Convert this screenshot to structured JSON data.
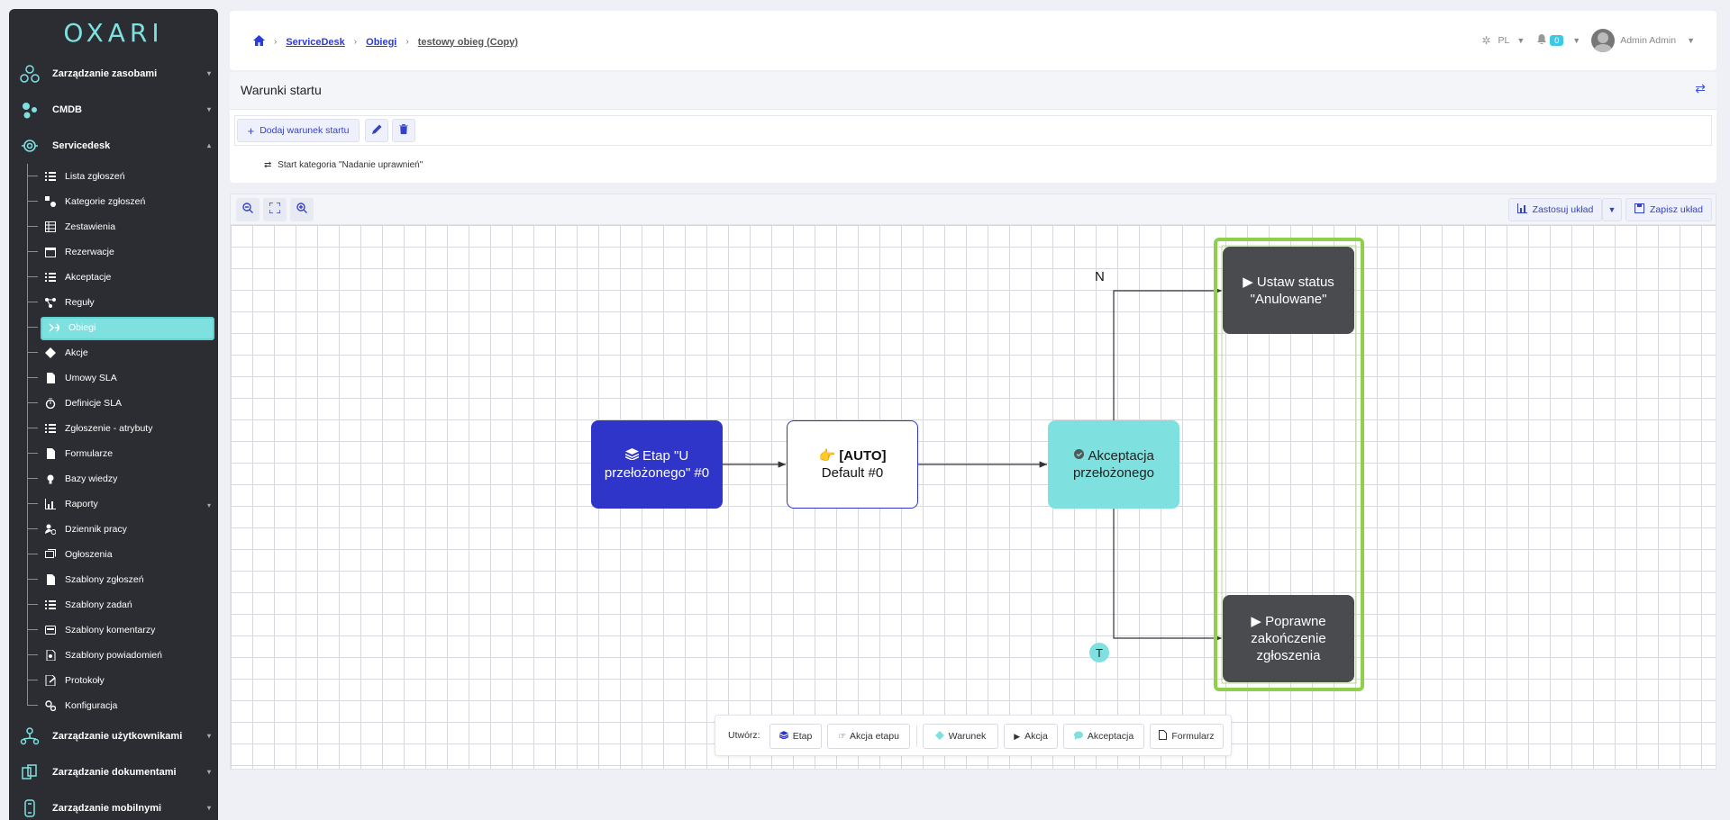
{
  "app": {
    "logo": "OXARI"
  },
  "sidebar": {
    "groups_top": [
      {
        "label": "Zarządzanie zasobami"
      },
      {
        "label": "CMDB"
      },
      {
        "label": "Servicedesk"
      }
    ],
    "items": [
      {
        "label": "Lista zgłoszeń"
      },
      {
        "label": "Kategorie zgłoszeń"
      },
      {
        "label": "Zestawienia"
      },
      {
        "label": "Rezerwacje"
      },
      {
        "label": "Akceptacje"
      },
      {
        "label": "Reguły"
      },
      {
        "label": "Obiegi"
      },
      {
        "label": "Akcje"
      },
      {
        "label": "Umowy SLA"
      },
      {
        "label": "Definicje SLA"
      },
      {
        "label": "Zgłoszenie - atrybuty"
      },
      {
        "label": "Formularze"
      },
      {
        "label": "Bazy wiedzy"
      },
      {
        "label": "Raporty"
      },
      {
        "label": "Dziennik pracy"
      },
      {
        "label": "Ogłoszenia"
      },
      {
        "label": "Szablony zgłoszeń"
      },
      {
        "label": "Szablony zadań"
      },
      {
        "label": "Szablony komentarzy"
      },
      {
        "label": "Szablony powiadomień"
      },
      {
        "label": "Protokoły"
      },
      {
        "label": "Konfiguracja"
      }
    ],
    "groups_bottom": [
      {
        "label": "Zarządzanie użytkownikami"
      },
      {
        "label": "Zarządzanie dokumentami"
      },
      {
        "label": "Zarządzanie mobilnymi"
      }
    ]
  },
  "header": {
    "breadcrumb": [
      "ServiceDesk",
      "Obiegi",
      "testowy obieg (Copy)"
    ],
    "lang": "PL",
    "notif_count": "0",
    "user": "Admin Admin"
  },
  "start_panel": {
    "title": "Warunki startu",
    "add_label": "Dodaj warunek startu",
    "condition": "Start kategoria \"Nadanie uprawnień\""
  },
  "canvas_toolbar": {
    "apply_layout": "Zastosuj układ",
    "save_layout": "Zapisz układ"
  },
  "nodes": {
    "stage": "Etap \"U przełożonego\" #0",
    "auto_bold": "[AUTO]",
    "auto_rest": "Default #0",
    "accept": "Akceptacja przełożonego",
    "status_cancel": "Ustaw status \"Anulowane\"",
    "finish": "Poprawne zakończenie zgłoszenia",
    "label_n": "N",
    "label_t": "T"
  },
  "create_bar": {
    "label": "Utwórz:",
    "buttons": [
      "Etap",
      "Akcja etapu",
      "Warunek",
      "Akcja",
      "Akceptacja",
      "Formularz"
    ]
  },
  "colors": {
    "sidebar_bg": "#2b2d33",
    "accent_teal": "#7fe1df",
    "stage_blue": "#2f35c8",
    "action_dark": "#4a4b4f",
    "highlight_green": "#8ed04a"
  }
}
